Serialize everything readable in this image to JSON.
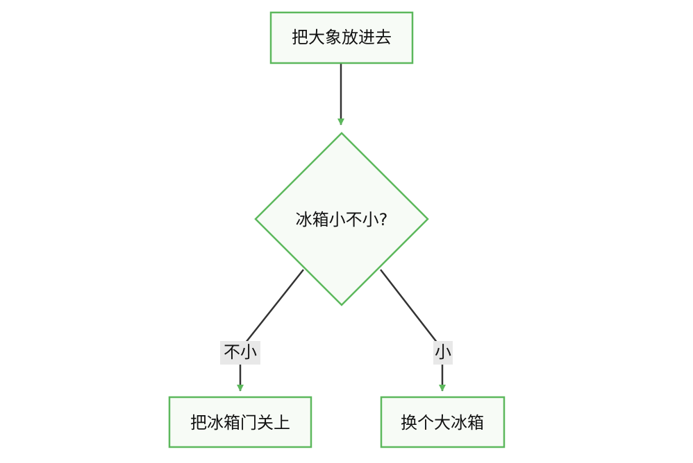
{
  "flowchart": {
    "nodes": {
      "start": {
        "label": "把大象放进去",
        "shape": "rect"
      },
      "decision": {
        "label": "冰箱小不小?",
        "shape": "diamond"
      },
      "close_door": {
        "label": "把冰箱门关上",
        "shape": "rect"
      },
      "replace_fridge": {
        "label": "换个大冰箱",
        "shape": "rect"
      }
    },
    "edges": [
      {
        "from": "start",
        "to": "decision",
        "label": ""
      },
      {
        "from": "decision",
        "to": "close_door",
        "label": "不小"
      },
      {
        "from": "decision",
        "to": "replace_fridge",
        "label": "小"
      }
    ]
  },
  "colors": {
    "node_border": "#5cb85c",
    "node_fill": "#f7fbf6",
    "edge": "#333333",
    "arrowhead": "#5cb85c",
    "edge_label_bg": "#e8e8e8",
    "text": "#111111"
  }
}
